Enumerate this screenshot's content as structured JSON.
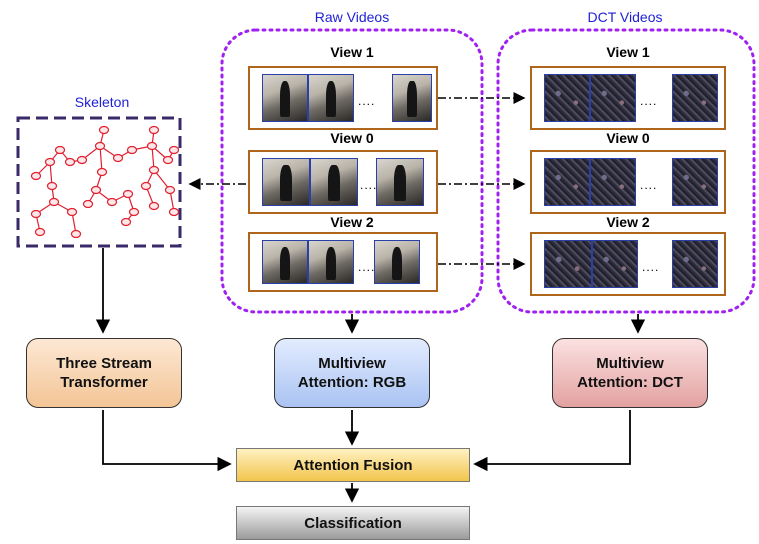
{
  "groups": {
    "raw": {
      "title": "Raw Videos"
    },
    "dct": {
      "title": "DCT Videos"
    },
    "skeleton": {
      "title": "Skeleton"
    }
  },
  "views": {
    "view1": "View 1",
    "view0": "View 0",
    "view2": "View 2"
  },
  "ellipsis": "....",
  "blocks": {
    "three_stream": "Three Stream\nTransformer",
    "mv_rgb": "Multiview\nAttention: RGB",
    "mv_dct": "Multiview\nAttention: DCT",
    "fusion": "Attention Fusion",
    "classification": "Classification"
  },
  "colors": {
    "group_title": "#1f1fd6",
    "dotted_border": "#a020f0",
    "skeleton_border": "#3a2a6a",
    "skeleton_nodes": "#e02030",
    "strip_border": "#b0651c"
  }
}
